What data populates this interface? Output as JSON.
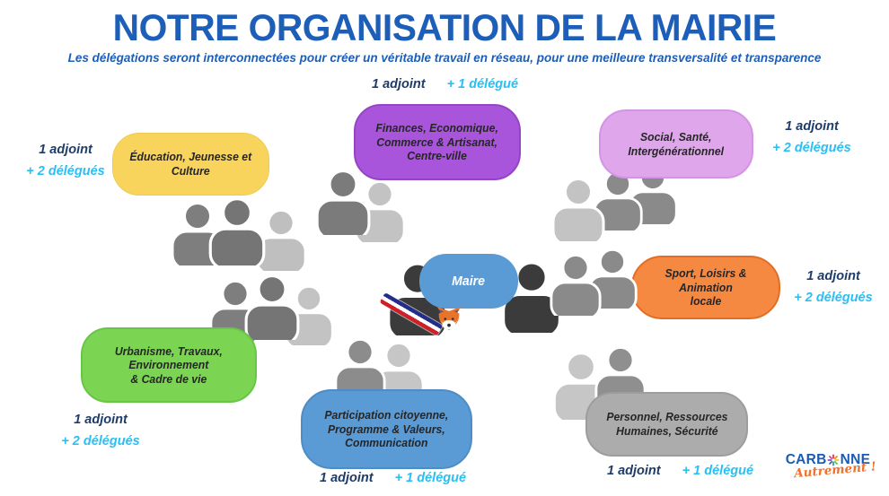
{
  "header": {
    "title": "NOTRE ORGANISATION DE LA MAIRIE",
    "subtitle": "Les délégations seront interconnectées pour créer un véritable travail en réseau, pour une meilleure transversalité et transparence"
  },
  "maire": {
    "label": "Maire",
    "color": "#5B9BD5"
  },
  "delegations": [
    {
      "id": "education",
      "label": "Éducation, Jeunesse et\nCulture",
      "adjoint": "1 adjoint",
      "delegues": "+ 2 délégués",
      "color": "#F9D45C"
    },
    {
      "id": "finances",
      "label": "Finances, Economique,\nCommerce & Artisanat,\nCentre-ville",
      "adjoint": "1 adjoint",
      "delegues": "+ 1 délégué",
      "color": "#A855DB"
    },
    {
      "id": "social",
      "label": "Social, Santé,\nIntergénérationnel",
      "adjoint": "1 adjoint",
      "delegues": "+ 2 délégués",
      "color": "#DFA6EC"
    },
    {
      "id": "sport",
      "label": "Sport, Loisirs & Animation\nlocale",
      "adjoint": "1 adjoint",
      "delegues": "+ 2 délégués",
      "color": "#F68942"
    },
    {
      "id": "urbanisme",
      "label": "Urbanisme, Travaux,\nEnvironnement\n& Cadre de vie",
      "adjoint": "1 adjoint",
      "delegues": "+ 2 délégués",
      "color": "#7BD553"
    },
    {
      "id": "participation",
      "label": "Participation citoyenne,\nProgramme & Valeurs,\nCommunication",
      "adjoint": "1 adjoint",
      "delegues": "+ 1 délégué",
      "color": "#5B9BD5"
    },
    {
      "id": "personnel",
      "label": "Personnel, Ressources\nHumaines, Sécurité",
      "adjoint": "1 adjoint",
      "delegues": "+ 1 délégué",
      "color": "#ACACAC"
    }
  ],
  "icons": {
    "person": "person-silhouette-icon",
    "sash": "french-tricolor-sash",
    "fox": "fox-mascot-icon",
    "logo_star": "multicolor-starburst-icon"
  },
  "colors": {
    "title_blue": "#1C5EB8",
    "adjoint_navy": "#1F3C68",
    "delegue_cyan": "#29BFF2",
    "logo_blue": "#1A5BB5",
    "logo_orange": "#F0712C"
  },
  "logo": {
    "name_prefix": "CARB",
    "name_suffix": "NNE",
    "tagline": "Autrement !"
  }
}
